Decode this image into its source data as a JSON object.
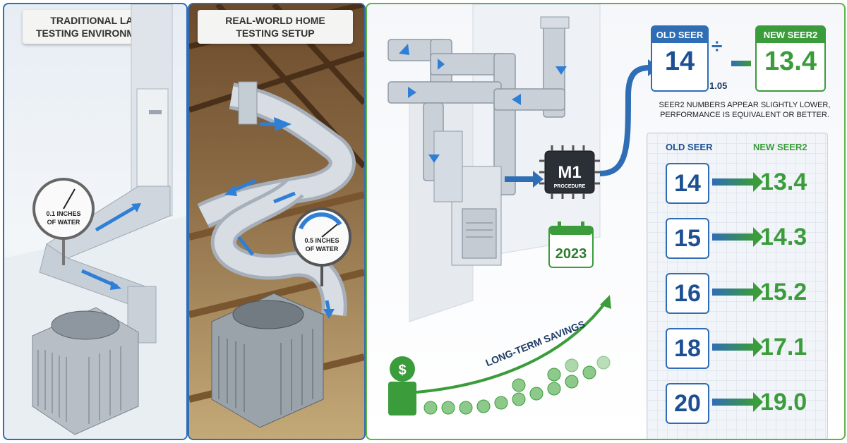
{
  "lab": {
    "title_line1": "TRADITIONAL LAB",
    "title_line2": "TESTING ENVIRONMENT",
    "gauge_line1": "0.1 INCHES",
    "gauge_line2": "OF WATER"
  },
  "home": {
    "title_line1": "REAL-WORLD HOME",
    "title_line2": "TESTING SETUP",
    "gauge_line1": "0.5 INCHES",
    "gauge_line2": "OF WATER"
  },
  "procedure": {
    "chip_main": "M1",
    "chip_sub": "PROCEDURE",
    "year": "2023"
  },
  "conversion": {
    "old_header": "OLD SEER",
    "old_value": "14",
    "new_header": "NEW SEER2",
    "new_value": "13.4",
    "divisor": "1.05",
    "divide_symbol": "÷",
    "note_line1": "SEER2 NUMBERS APPEAR SLIGHTLY LOWER,",
    "note_line2": "PERFORMANCE IS EQUIVALENT OR BETTER."
  },
  "savings": {
    "label": "LONG-TERM SAVINGS",
    "symbol": "$"
  },
  "table": {
    "old_header": "OLD SEER",
    "new_header": "NEW SEER2",
    "rows": [
      {
        "old": "14",
        "new": "13.4"
      },
      {
        "old": "15",
        "new": "14.3"
      },
      {
        "old": "16",
        "new": "15.2"
      },
      {
        "old": "18",
        "new": "17.1"
      },
      {
        "old": "20",
        "new": "19.0"
      }
    ]
  },
  "colors": {
    "blue": "#2f6db5",
    "green": "#3a9c3a"
  }
}
